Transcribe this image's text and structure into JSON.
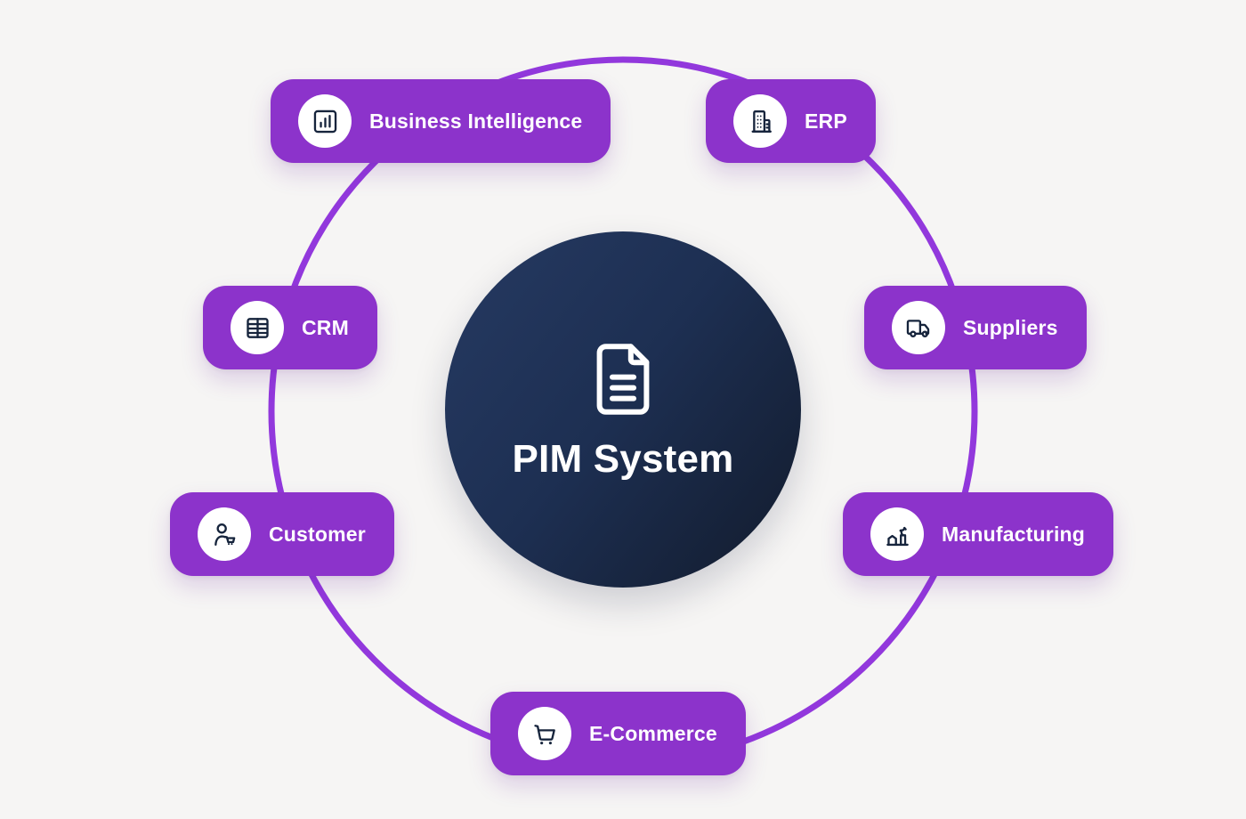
{
  "center": {
    "title": "PIM System",
    "icon": "file-text-icon"
  },
  "nodes": [
    {
      "id": "business-intelligence",
      "label": "Business Intelligence",
      "icon": "bar-chart-icon"
    },
    {
      "id": "erp",
      "label": "ERP",
      "icon": "building-icon"
    },
    {
      "id": "crm",
      "label": "CRM",
      "icon": "table-icon"
    },
    {
      "id": "suppliers",
      "label": "Suppliers",
      "icon": "truck-icon"
    },
    {
      "id": "customer",
      "label": "Customer",
      "icon": "person-cart-icon"
    },
    {
      "id": "manufacturing",
      "label": "Manufacturing",
      "icon": "factory-icon"
    },
    {
      "id": "e-commerce",
      "label": "E-Commerce",
      "icon": "shopping-cart-icon"
    }
  ],
  "colors": {
    "background": "#F6F5F4",
    "node_fill": "#8C33CB",
    "ring_stroke": "#9238DC",
    "icon_stroke": "#16243C",
    "icon_circle_fill": "#FFFFFF",
    "label_color": "#FFFFFF",
    "center_gradient_start": "#263A62",
    "center_gradient_mid": "#1D2F52",
    "center_gradient_end": "#121B2C"
  }
}
